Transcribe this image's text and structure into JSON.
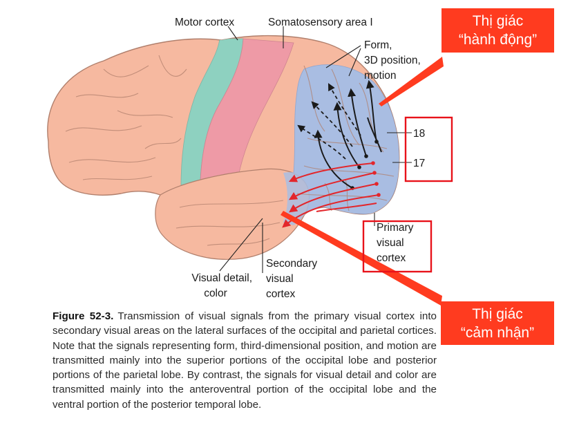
{
  "labels": {
    "motor_cortex": "Motor cortex",
    "somatosensory": "Somatosensory area I",
    "form_1": "Form,",
    "form_2": "3D position,",
    "form_3": "motion",
    "area_18": "18",
    "area_17": "17",
    "primary_1": "Primary",
    "primary_2": "visual",
    "primary_3": "cortex",
    "secondary_1": "Secondary",
    "secondary_2": "visual",
    "secondary_3": "cortex",
    "detail_1": "Visual detail,",
    "detail_2": "color"
  },
  "callouts": {
    "action_1": "Thị giác",
    "action_2": "“hành động”",
    "perception_1": "Thị giác",
    "perception_2": "“cảm nhận”"
  },
  "caption": {
    "figure_label": "Figure 52-3.",
    "text": "Transmission of visual signals from the primary visual cortex into secondary visual areas on the lateral surfaces of the occipital and parietal cortices. Note that the signals representing form, third-dimensional position, and motion are transmitted mainly into the superior portions of the occipital lobe and posterior portions of the parietal lobe. By contrast, the signals for visual detail and color are transmitted mainly into the anteroventral portion of the occipital lobe and the ventral portion of the posterior temporal lobe."
  },
  "colors": {
    "brain": "#f6b9a0",
    "brain_outline": "#b07f6c",
    "motor": "#8ed1c0",
    "somatosensory": "#ee9aa6",
    "visual": "#a9bde2",
    "callout_bg": "#ff3b1f",
    "box_outline": "#e8121a",
    "red_arrow": "#e3262b"
  }
}
